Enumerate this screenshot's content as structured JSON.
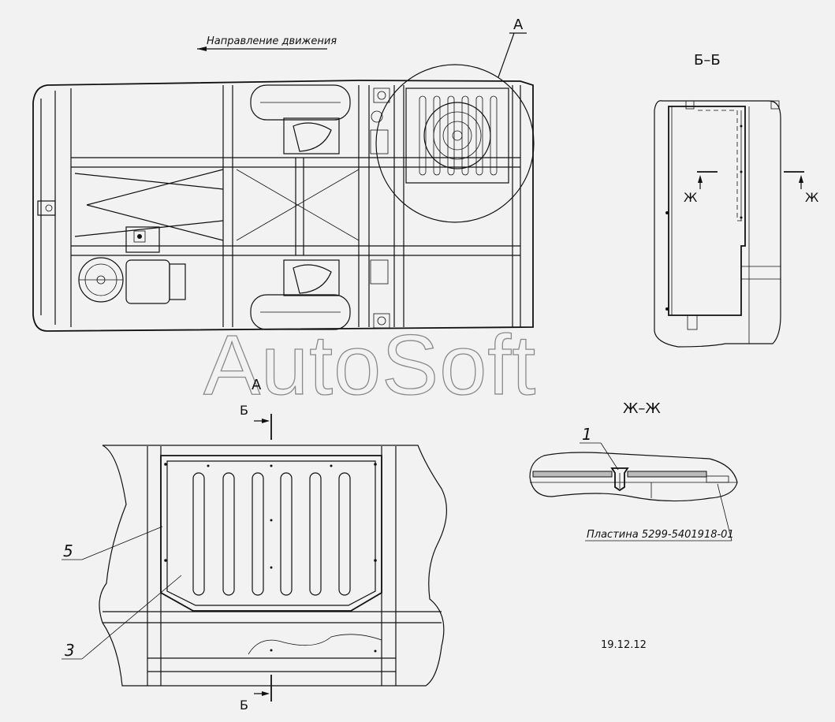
{
  "labels": {
    "direction": "Направление движения",
    "view_a_top": "А",
    "section_bb": "Б–Б",
    "zh_left": "Ж",
    "zh_right": "Ж",
    "view_a_detail": "А",
    "b_top": "Б",
    "b_bottom": "Б",
    "section_zhzh": "Ж–Ж",
    "callout_1": "1",
    "callout_5": "5",
    "callout_3": "3",
    "plate": "Пластина 5299-5401918-01",
    "date_code": "19.12.12"
  },
  "watermark": "AutoSoft"
}
